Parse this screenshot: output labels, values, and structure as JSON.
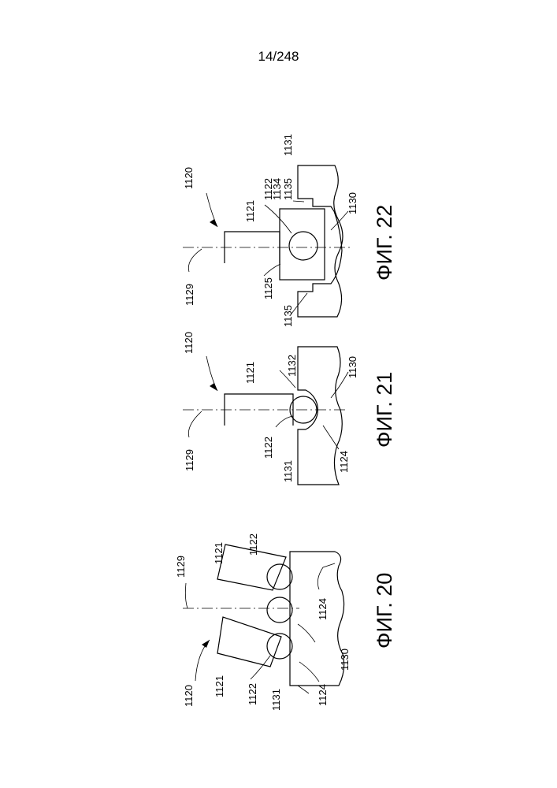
{
  "page_number": "14/248",
  "figures": [
    {
      "caption": "ФИГ. 20",
      "labels": {
        "l1120": "1120",
        "l1121a": "1121",
        "l1121b": "1121",
        "l1122a": "1122",
        "l1122b": "1122",
        "l1129": "1129",
        "l1124a": "1124",
        "l1124b": "1124",
        "l1130": "1130",
        "l1131": "1131"
      }
    },
    {
      "caption": "ФИГ. 21",
      "labels": {
        "l1120": "1120",
        "l1121": "1121",
        "l1132": "1132",
        "l1130": "1130",
        "l1129": "1129",
        "l1122": "1122",
        "l1131": "1131",
        "l1124": "1124"
      }
    },
    {
      "caption": "ФИГ. 22",
      "labels": {
        "l1120": "1120",
        "l1121": "1121",
        "l1122": "1122",
        "l1134": "1134",
        "l1135a": "1135",
        "l1131": "1131",
        "l1129": "1129",
        "l1125": "1125",
        "l1135b": "1135",
        "l1130": "1130"
      }
    }
  ]
}
